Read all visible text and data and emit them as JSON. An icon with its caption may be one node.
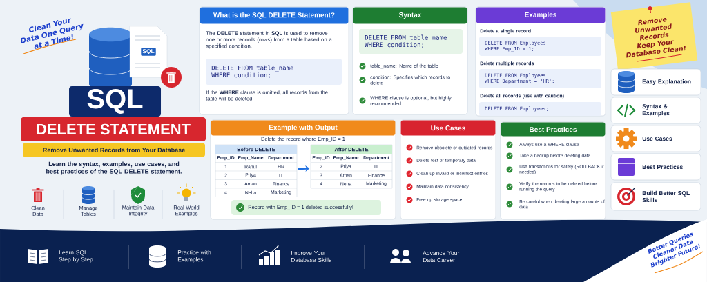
{
  "diagram": {
    "nodes": [
      {
        "text": [
          "SQL"
        ]
      },
      {
        "text": [
          "DELETE STATEMENT"
        ]
      },
      {
        "text": [
          "Remove Unwanted Records from Your Database"
        ]
      },
      {
        "text": [
          "What is the SQL DELETE Statement?",
          "The **DELETE** statement in **SQL** is used to remove one or more records (rows) from a table based on a specified condition.",
          "DELETE FROM table_name WHERE condition;",
          "If the **WHERE** clause is omitted, all records from the table will be deleted."
        ]
      },
      {
        "text": [
          "Syntax",
          "DELETE FROM table_name WHERE condition;",
          "table_name: Name of the table",
          "condition: Specifies which records to delete",
          "WHERE clause is optional, but highly recommended"
        ]
      },
      {
        "text": [
          "Examples",
          "Delete a single record",
          "DELETE FROM Employees WHERE Emp_ID = 1;",
          "Delete multiple records",
          "DELETE FROM Employees WHERE Department = 'HR';",
          "Delete all records (use with caution)",
          "DELETE FROM Employees;"
        ]
      },
      {
        "text": [
          "Remove Unwanted Records Keep Your Database Clean!"
        ]
      },
      {
        "text": [
          "Easy Explanation"
        ]
      },
      {
        "text": [
          "Syntax & Examples"
        ]
      },
      {
        "text": [
          "Example with Output",
          "Delete the record where Emp_ID = 1"
        ]
      },
      {
        "text": [
          "Before DELETE",
          "Emp_ID",
          "Emp_Name",
          "Department",
          "1",
          "Rahul",
          "HR",
          "2",
          "Priya",
          "IT",
          "3",
          "Aman",
          "Finance",
          "4",
          "Neha",
          "Marketing"
        ],
        "in": 9
      },
      {
        "text": [
          "After DELETE",
          "Emp_ID",
          "Emp_Name",
          "Department",
          "2",
          "Priya",
          "IT",
          "3",
          "Aman",
          "Finance",
          "4",
          "Neha",
          "Marketing"
        ],
        "in": 9
      },
      {
        "text": [
          "Record with Emp_ID = 1 deleted successfully!"
        ],
        "in": 9
      },
      {
        "text": [
          "Use Cases",
          "Remove obsolete or outdated records",
          "Delete test or temporary data",
          "Clean up invalid or incorrect entries",
          "Maintain data consistency",
          "Free up storage space"
        ]
      },
      {
        "text": [
          "Best Practices",
          "Always use a WHERE clause",
          "Take a backup before deleting data",
          "Use transactions for safety (ROLLBACK if needed)",
          "Verify the records to be deleted before running the query",
          "Be careful when deleting large amounts of data"
        ]
      },
      {
        "text": [
          "Use Cases"
        ]
      },
      {
        "text": [
          "Best Practices"
        ]
      },
      {
        "text": [
          "Build Better SQL Skills"
        ]
      }
    ],
    "edges": [
      {
        "from": 10,
        "to": 11,
        "arrow": "to"
      }
    ],
    "labels": [
      "Clean Your Data One Query at a Time!",
      "SQL",
      "Learn the syntax, examples, use cases, and best practices of the SQL DELETE statement.",
      "Clean Data",
      "Manage Tables",
      "Maintain Data Integrity",
      "Real-World Examples",
      "Learn SQL Step by Step",
      "Practice with Examples",
      "Improve Your Database Skills",
      "Advance Your Data Career",
      "Better Queries Cleaner Data Brighter Future!"
    ]
  }
}
